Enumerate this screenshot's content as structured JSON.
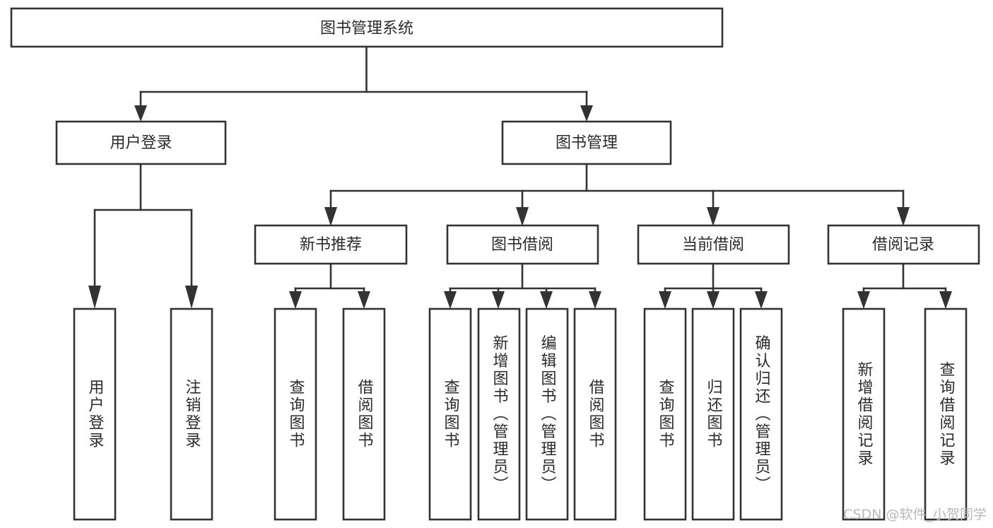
{
  "diagram": {
    "type": "tree-hierarchy",
    "title": "图书管理系统",
    "background_color": "#ffffff",
    "line_color": "#333333",
    "text_color": "#2b2b2b",
    "root": {
      "id": "root",
      "label": "图书管理系统",
      "orientation": "horizontal"
    },
    "level2": [
      {
        "id": "user-login",
        "label": "用户登录",
        "orientation": "horizontal"
      },
      {
        "id": "book-manage",
        "label": "图书管理",
        "orientation": "horizontal"
      }
    ],
    "level3": [
      {
        "id": "new-book-recommend",
        "label": "新书推荐",
        "orientation": "horizontal",
        "parent": "book-manage"
      },
      {
        "id": "book-borrow",
        "label": "图书借阅",
        "orientation": "horizontal",
        "parent": "book-manage"
      },
      {
        "id": "current-borrow",
        "label": "当前借阅",
        "orientation": "horizontal",
        "parent": "book-manage"
      },
      {
        "id": "borrow-record",
        "label": "借阅记录",
        "orientation": "horizontal",
        "parent": "book-manage"
      }
    ],
    "leaves": [
      {
        "id": "leaf-user-login",
        "label": "用户登录",
        "orientation": "vertical",
        "parent": "user-login"
      },
      {
        "id": "leaf-logout",
        "label": "注销登录",
        "orientation": "vertical",
        "parent": "user-login"
      },
      {
        "id": "leaf-query-book-1",
        "label": "查询图书",
        "orientation": "vertical",
        "parent": "new-book-recommend"
      },
      {
        "id": "leaf-borrow-book-1",
        "label": "借阅图书",
        "orientation": "vertical",
        "parent": "new-book-recommend"
      },
      {
        "id": "leaf-query-book-2",
        "label": "查询图书",
        "orientation": "vertical",
        "parent": "book-borrow"
      },
      {
        "id": "leaf-add-book",
        "label": "新增图书（管理员）",
        "orientation": "vertical",
        "parent": "book-borrow"
      },
      {
        "id": "leaf-edit-book",
        "label": "编辑图书（管理员）",
        "orientation": "vertical",
        "parent": "book-borrow"
      },
      {
        "id": "leaf-borrow-book-2",
        "label": "借阅图书",
        "orientation": "vertical",
        "parent": "book-borrow"
      },
      {
        "id": "leaf-query-book-3",
        "label": "查询图书",
        "orientation": "vertical",
        "parent": "current-borrow"
      },
      {
        "id": "leaf-return-book",
        "label": "归还图书",
        "orientation": "vertical",
        "parent": "current-borrow"
      },
      {
        "id": "leaf-confirm-return",
        "label": "确认归还（管理员）",
        "orientation": "vertical",
        "parent": "current-borrow"
      },
      {
        "id": "leaf-add-record",
        "label": "新增借阅记录",
        "orientation": "vertical",
        "parent": "borrow-record"
      },
      {
        "id": "leaf-query-record",
        "label": "查询借阅记录",
        "orientation": "vertical",
        "parent": "borrow-record"
      }
    ]
  },
  "watermark": {
    "text": "CSDN @软件_小贺同学"
  }
}
